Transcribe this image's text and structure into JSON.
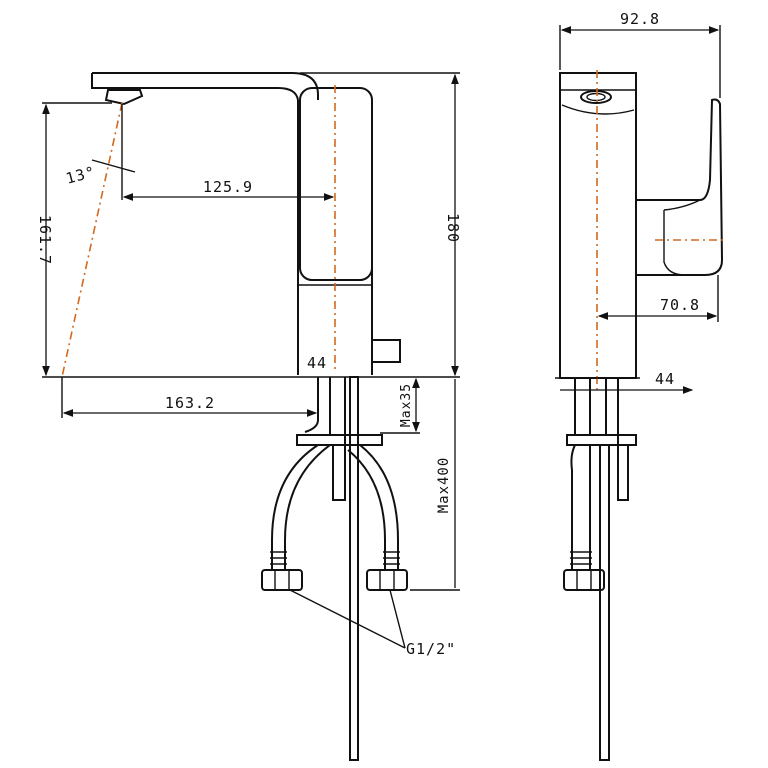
{
  "drawing": {
    "front_view": {
      "dimensions": {
        "spout_angle": "13°",
        "spout_height": "161.7",
        "spout_reach": "125.9",
        "total_height": "180",
        "body_width": "44",
        "total_reach": "163.2",
        "max_deck_thickness": "Max35",
        "max_hose_length": "Max400",
        "connection_thread": "G1/2\""
      }
    },
    "side_view": {
      "dimensions": {
        "total_depth": "92.8",
        "handle_offset": "70.8",
        "body_width": "44"
      }
    },
    "colors": {
      "line": "#111111",
      "centerline": "#d2691e"
    }
  }
}
